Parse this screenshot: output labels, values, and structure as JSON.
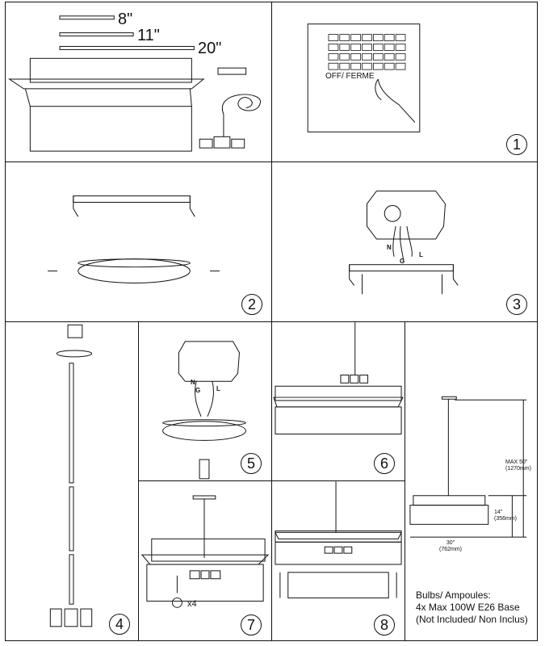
{
  "parts": {
    "rod_lengths": [
      "8\"",
      "11\"",
      "20\""
    ]
  },
  "step1": {
    "number": "1",
    "switch_label": "OFF/  FERME"
  },
  "step2": {
    "number": "2"
  },
  "step3": {
    "number": "3",
    "wire_labels": {
      "neutral": "N",
      "ground": "G",
      "live": "L"
    }
  },
  "step4": {
    "number": "4"
  },
  "step5": {
    "number": "5",
    "wire_labels": {
      "neutral": "N",
      "ground": "G",
      "live": "L"
    }
  },
  "step6": {
    "number": "6"
  },
  "step7": {
    "number": "7",
    "bulb_count": "x4"
  },
  "step8": {
    "number": "8"
  },
  "dimensions": {
    "height_max": "MAX 50\"",
    "height_max_mm": "(1270mm)",
    "shade_height": "14\"",
    "shade_height_mm": "(356mm)",
    "width": "30\"",
    "width_mm": "(762mm)"
  },
  "bulbs": {
    "line1": "Bulbs/ Ampoules:",
    "line2": "4x Max 100W E26 Base",
    "line3": "(Not Included/ Non Inclus)"
  }
}
